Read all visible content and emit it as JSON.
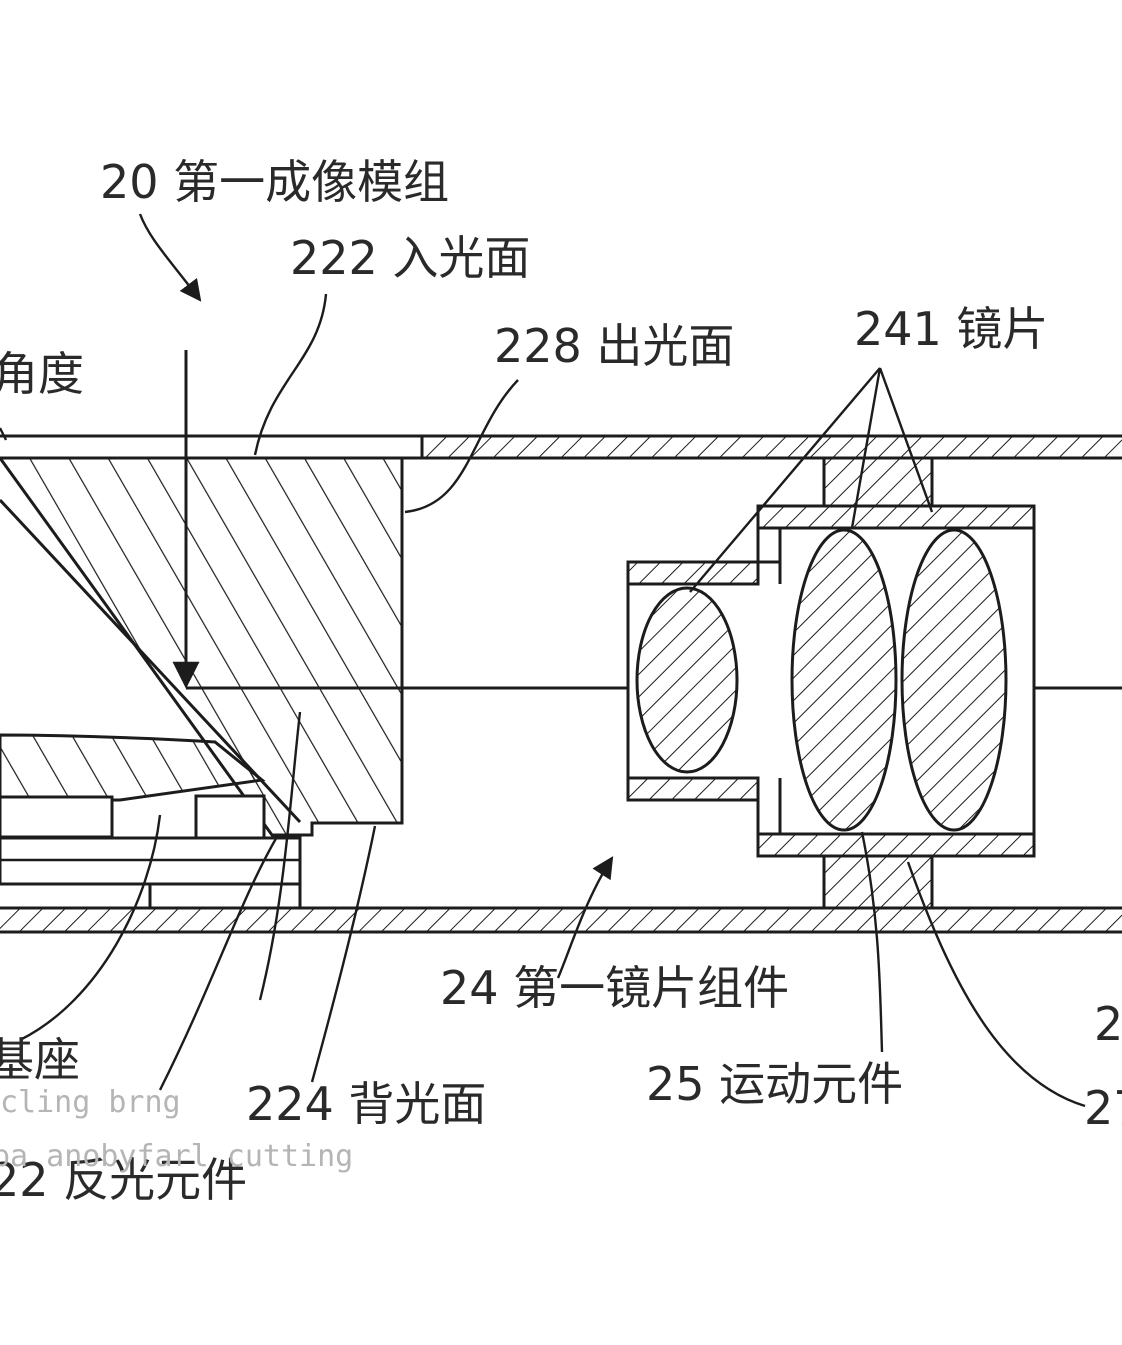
{
  "labels": {
    "module": "20 第一成像模组",
    "entry_face": "222 入光面",
    "exit_face": "228 出光面",
    "lens": "241 镜片",
    "angle_partial": "角度",
    "lens_assembly": "24 第一镜片组件",
    "moving_element": "25 运动元件",
    "back_face": "224 背光面",
    "base_partial": "基座",
    "reflector_partial": "22 反光元件",
    "right_partial_top": "2",
    "right_partial_bottom": "27"
  },
  "watermark": {
    "line1": "cling brng",
    "line2": "pa anobyfarl cutting"
  }
}
